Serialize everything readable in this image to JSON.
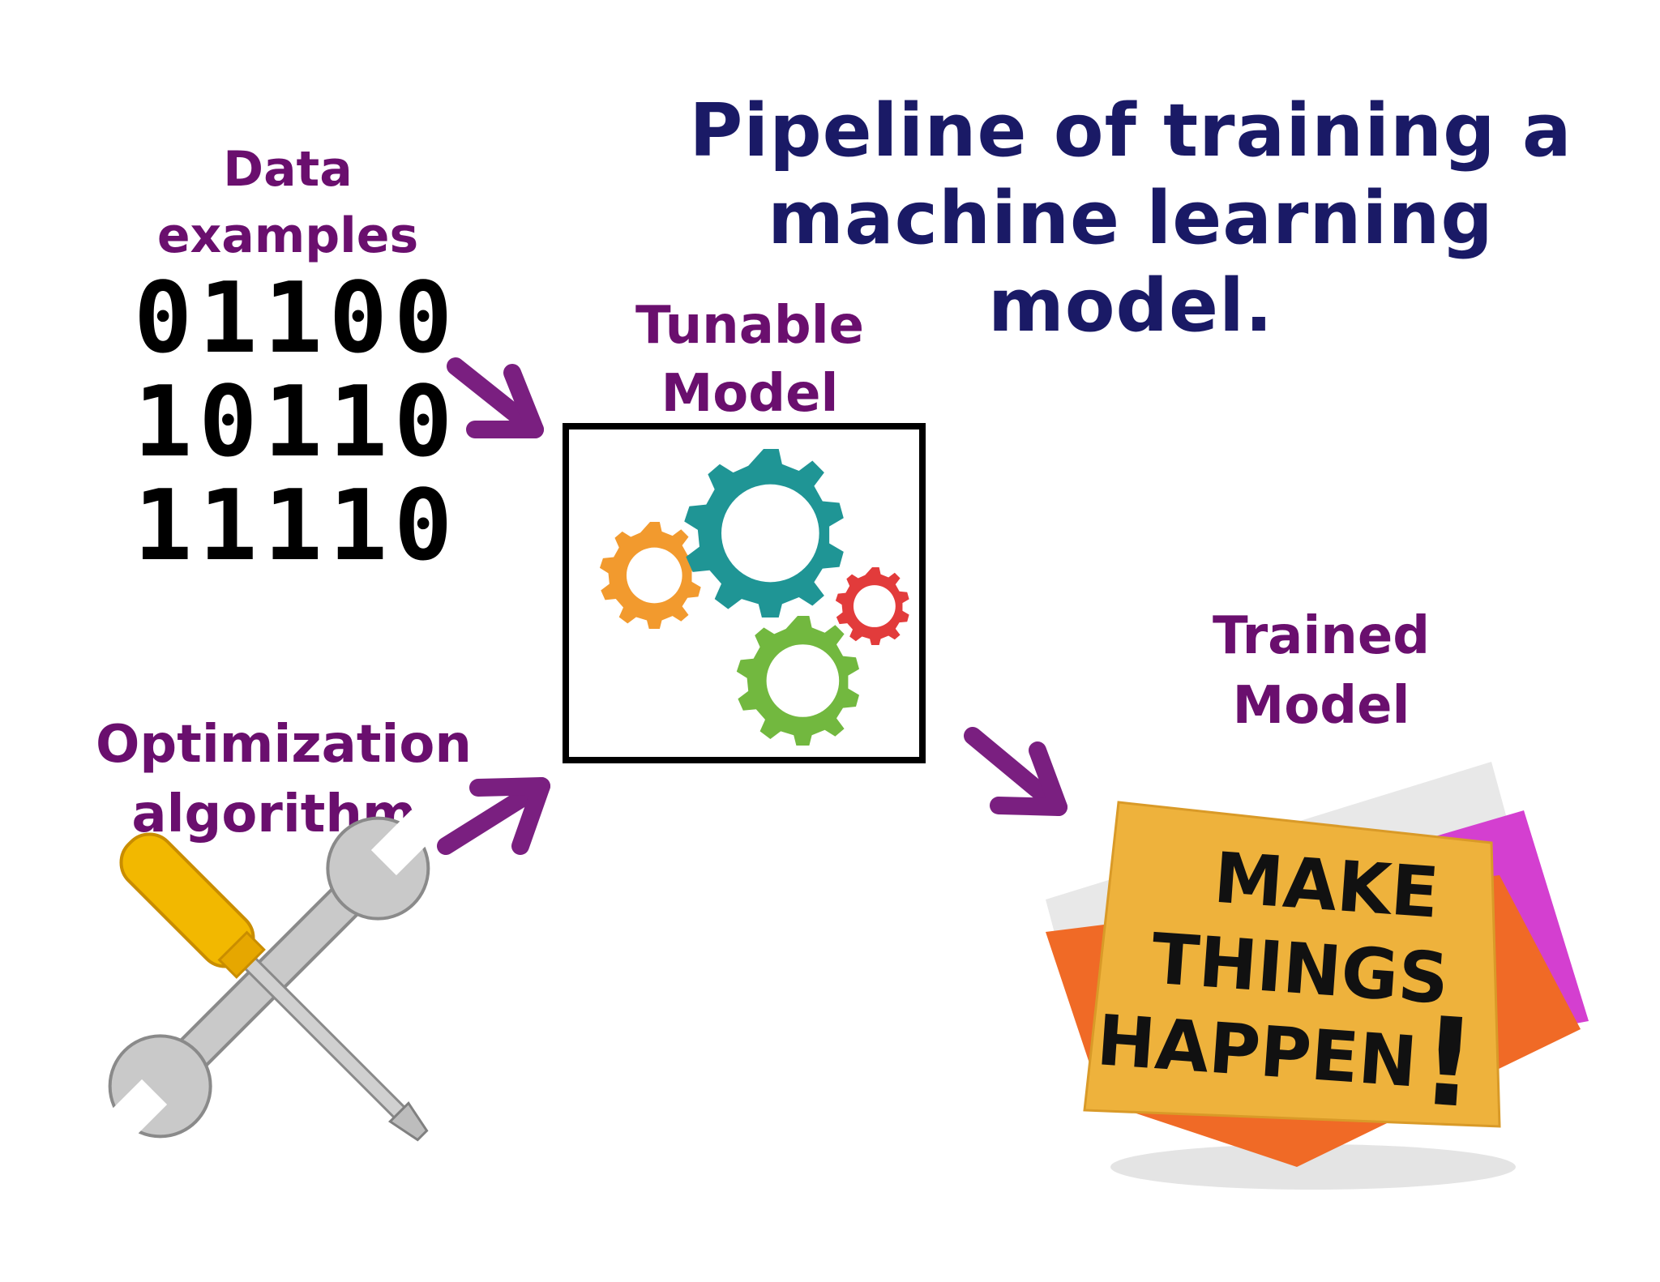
{
  "title": {
    "line1": "Pipeline of training a",
    "line2": "machine learning model."
  },
  "data_examples": {
    "label_line1": "Data",
    "label_line2": "examples",
    "rows": [
      "01100",
      "10110",
      "11110"
    ]
  },
  "tunable_model": {
    "label_line1": "Tunable",
    "label_line2": "Model"
  },
  "optimization": {
    "label_line1": "Optimization",
    "label_line2": "algorithm"
  },
  "trained_model": {
    "label_line1": "Trained",
    "label_line2": "Model"
  },
  "sticky_note": {
    "line1": "MAKE",
    "line2": "THINGS",
    "line3": "HAPPEN",
    "exclaim": "!"
  },
  "colors": {
    "title": "#1a1a66",
    "label": "#6a0f6e",
    "arrow": "#7a1f80",
    "gear_orange": "#f29a2e",
    "gear_teal": "#1f9595",
    "gear_red": "#e23b3b",
    "gear_green": "#72b83f",
    "note_yellow": "#eeb23c",
    "note_orange": "#f06a26",
    "note_magenta": "#d43fd0",
    "tool_handle": "#f2b800",
    "tool_metal": "#c9c9c9"
  },
  "icons": [
    "gears-icon",
    "wrench-screwdriver-icon",
    "sticky-notes-icon",
    "arrow-icon"
  ]
}
